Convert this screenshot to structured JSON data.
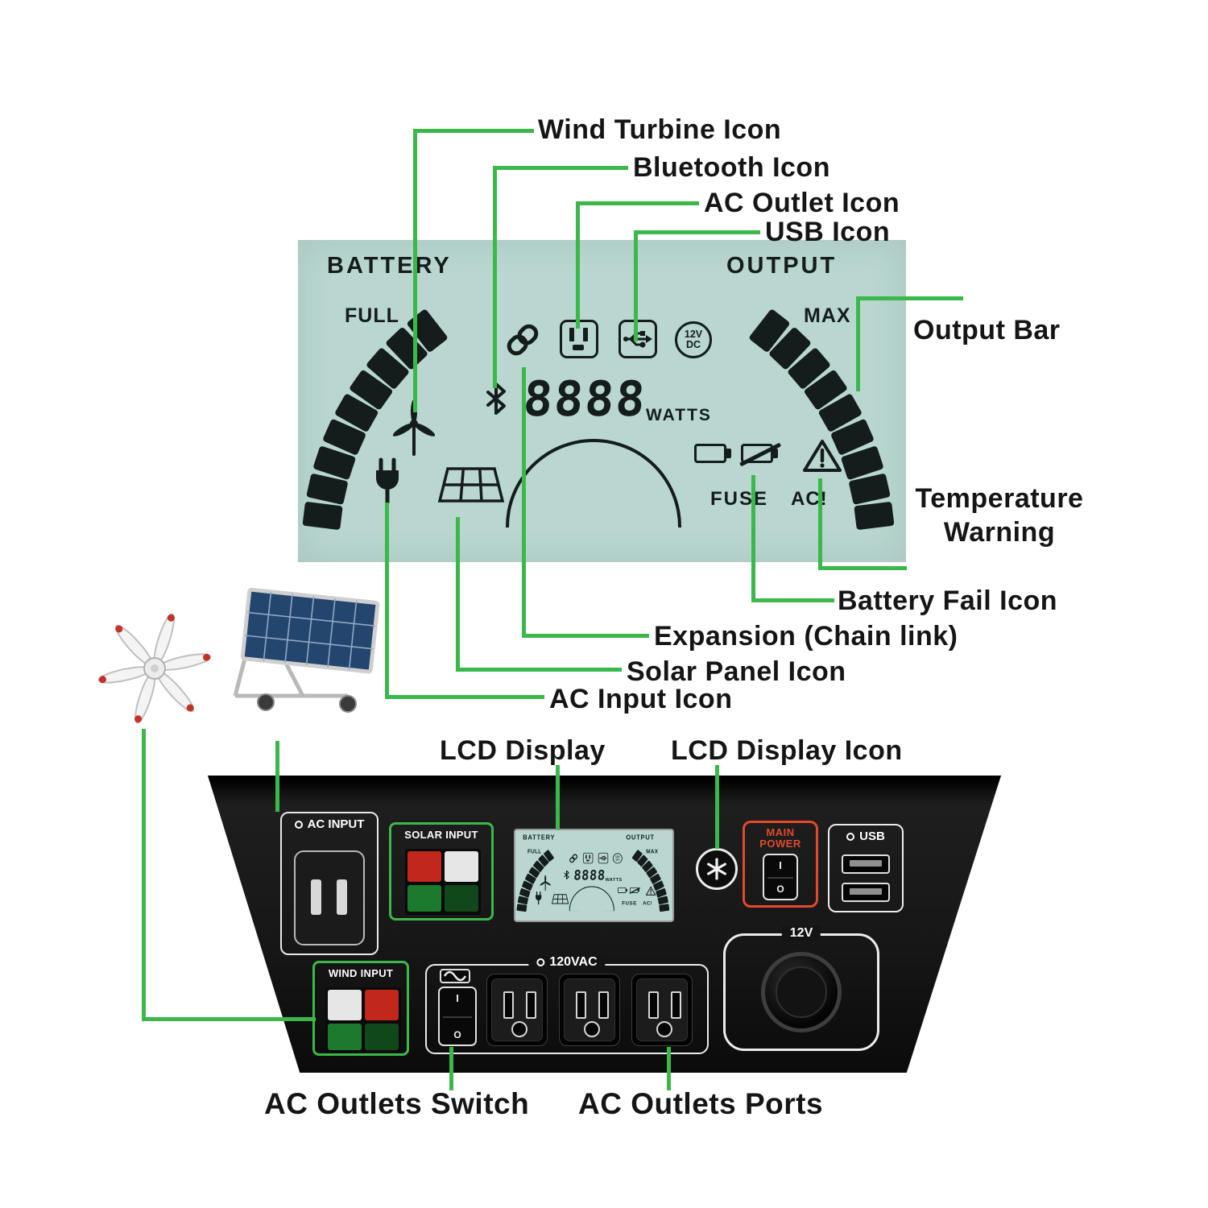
{
  "callouts": {
    "wind_turbine": "Wind Turbine Icon",
    "bluetooth": "Bluetooth Icon",
    "ac_outlet": "AC Outlet Icon",
    "usb": "USB Icon",
    "output_bar": "Output Bar",
    "temperature_line1": "Temperature",
    "temperature_line2": "Warning",
    "battery_fail": "Battery Fail Icon",
    "expansion": "Expansion (Chain link)",
    "solar_panel": "Solar Panel Icon",
    "ac_input": "AC Input Icon",
    "lcd_display": "LCD Display",
    "lcd_display_icon": "LCD Display Icon",
    "ac_outlets_switch": "AC Outlets Switch",
    "ac_outlets_ports": "AC Outlets Ports"
  },
  "lcd": {
    "battery": "BATTERY",
    "output": "OUTPUT",
    "full": "FULL",
    "max": "MAX",
    "watts_value": "8888",
    "watts_unit": "WATTS",
    "dc_line1": "12V",
    "dc_line2": "DC",
    "fuse": "FUSE",
    "ac_alert": "AC!"
  },
  "panel": {
    "ac_input": "AC INPUT",
    "solar_input": "SOLAR INPUT",
    "main_power_line1": "MAIN",
    "main_power_line2": "POWER",
    "usb": "USB",
    "wind_input": "WIND INPUT",
    "ac_outlets": "120VAC",
    "dc_port": "12V",
    "switch_on": "I",
    "switch_off": "O"
  },
  "icons": [
    "wind-turbine-icon",
    "bluetooth-icon",
    "ac-outlet-icon",
    "usb-icon",
    "12v-dc-icon",
    "expansion-chain-link-icon",
    "ac-input-plug-icon",
    "solar-panel-icon",
    "battery-icon",
    "battery-fail-icon",
    "temperature-warning-icon",
    "lcd-brightness-icon",
    "sine-wave-icon"
  ],
  "colors": {
    "callout_green": "#3cb84a",
    "lcd_bg": "#b9d7d0",
    "lcd_ink": "#141c1c",
    "panel_black": "#141414",
    "accent_red": "#e2492e",
    "connector_red": "#c1271b",
    "connector_green": "#1c7a2c"
  }
}
